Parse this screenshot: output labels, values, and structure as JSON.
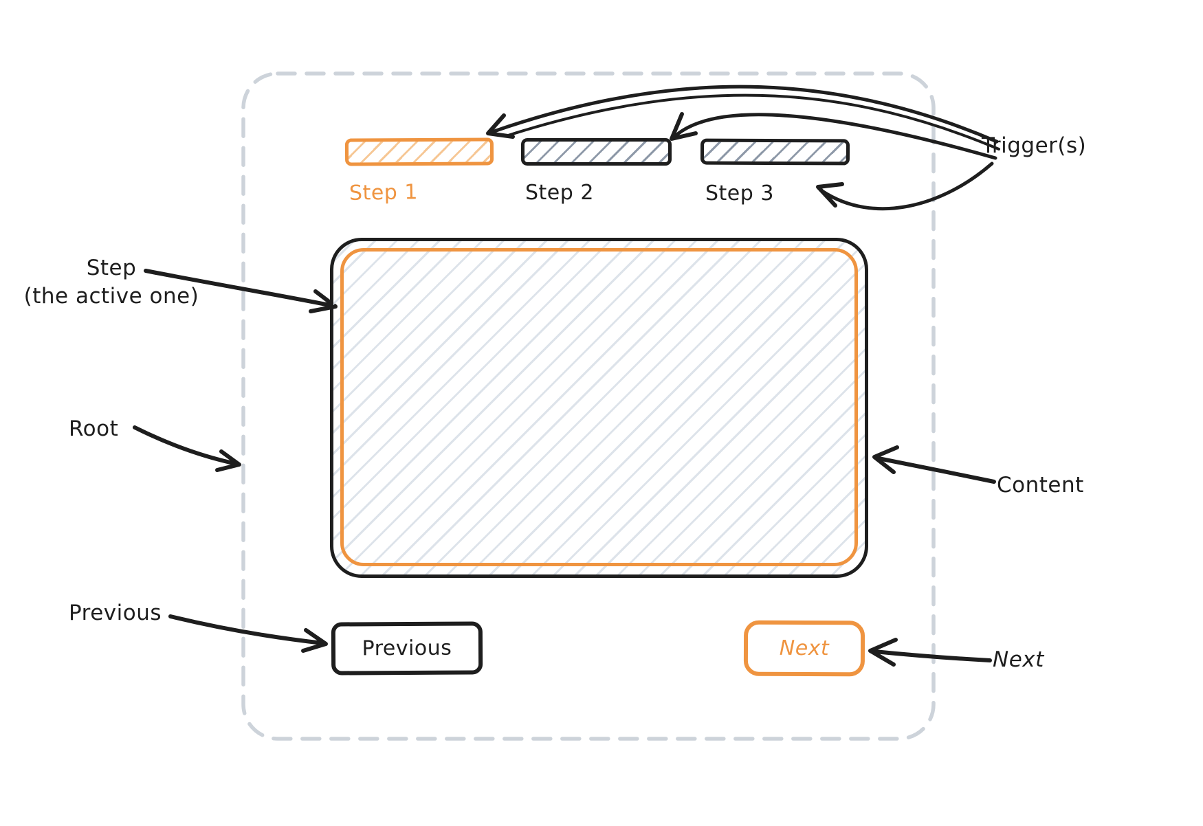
{
  "colors": {
    "ink": "#1e1e1e",
    "accent_orange": "#ef9440",
    "orange_hatch": "#f6c795",
    "slate_hatch": "#8e99a8",
    "light_hatch": "#dde3ea",
    "root_dash_gray": "#cdd3da"
  },
  "steps": [
    {
      "label": "Step 1",
      "state": "active"
    },
    {
      "label": "Step 2",
      "state": "inactive"
    },
    {
      "label": "Step 3",
      "state": "inactive"
    }
  ],
  "buttons": {
    "previous": "Previous",
    "next": "Next"
  },
  "annotations": {
    "triggers": "Trigger(s)",
    "step_line1": "Step",
    "step_line2": "(the active one)",
    "root": "Root",
    "content": "Content",
    "previous": "Previous",
    "next": "Next"
  }
}
